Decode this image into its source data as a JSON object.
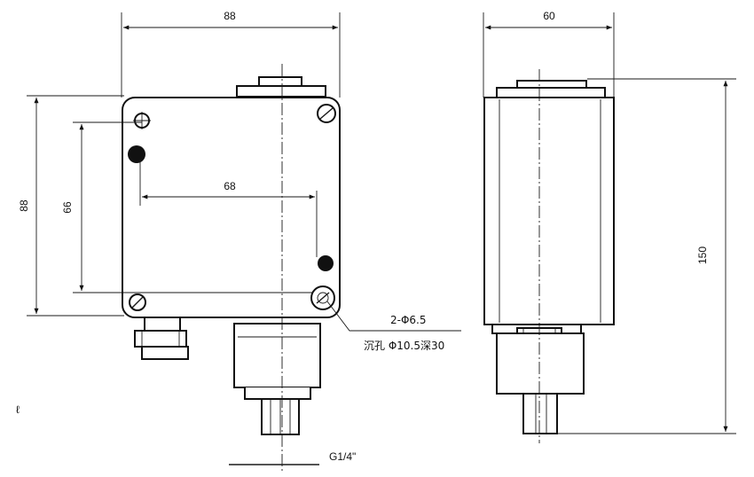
{
  "front_view": {
    "dim_width": "88",
    "dim_height": "88",
    "dim_hole_vertical": "66",
    "dim_hole_horizontal": "68",
    "note_holes": "2-Φ6.5",
    "note_counterbore": "沉孔 Φ10.5深30",
    "thread_label": "G1/4\""
  },
  "side_view": {
    "dim_width": "60",
    "dim_total_height": "150"
  }
}
